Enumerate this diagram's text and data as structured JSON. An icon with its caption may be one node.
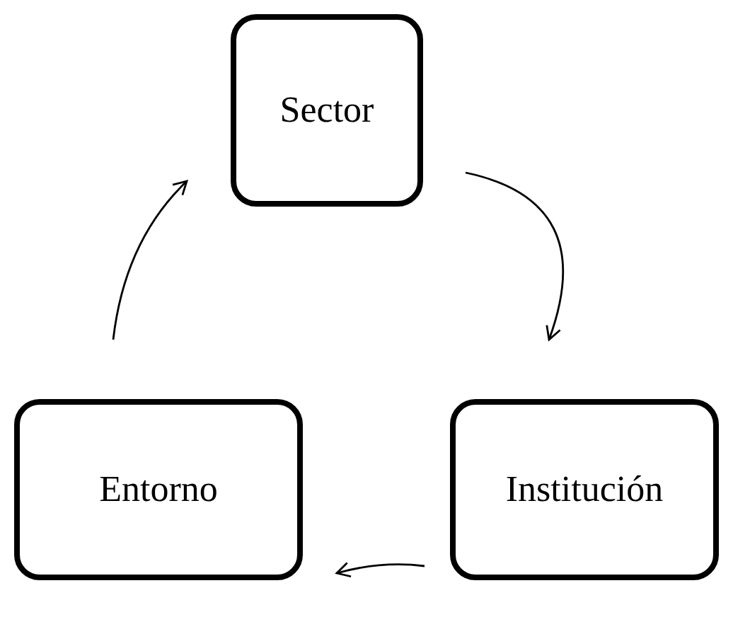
{
  "diagram": {
    "nodes": [
      {
        "text": [
          "Sector"
        ]
      },
      {
        "text": [
          "Institución"
        ]
      },
      {
        "text": [
          "Entorno"
        ]
      }
    ],
    "edges": [
      {
        "from": 0,
        "to": 1,
        "arrow": "to"
      },
      {
        "from": 1,
        "to": 2,
        "arrow": "to"
      },
      {
        "from": 2,
        "to": 0,
        "arrow": "to"
      }
    ]
  }
}
